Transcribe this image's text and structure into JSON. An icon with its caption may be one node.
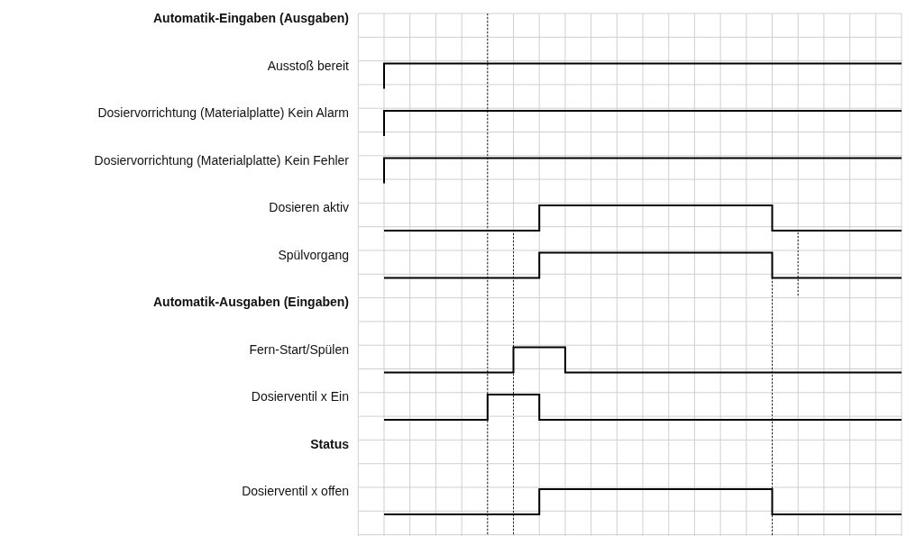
{
  "diagram": {
    "labels": [
      "Automatik-Eingaben (Ausgaben)",
      "Ausstoß bereit",
      "Dosiervorrichtung (Materialplatte) Kein Alarm",
      "Dosiervorrichtung (Materialplatte) Kein Fehler",
      "Dosieren aktiv",
      "Spülvorgang",
      "Automatik-Ausgaben (Eingaben)",
      "Fern-Start/Spülen",
      "Dosierventil x Ein",
      "Status",
      "Dosierventil x offen"
    ]
  }
}
